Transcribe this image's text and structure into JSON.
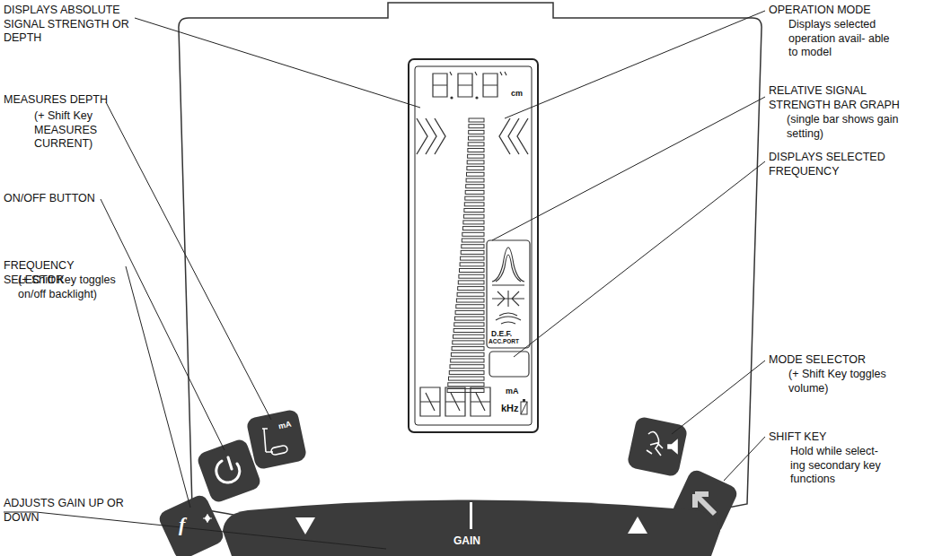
{
  "diagram": {
    "labels": [
      "DISPLAYS ABSOLUTE SIGNAL STRENGTH OR DEPTH",
      "MEASURES DEPTH",
      "(+ Shift Key MEASURES CURRENT)",
      "ON/OFF BUTTON",
      "FREQUENCY SELECTOR",
      "(+ Shift Key toggles on/off backlight)",
      "ADJUSTS GAIN UP OR DOWN",
      "OPERATION MODE",
      "Displays selected operation avail- able to model",
      "RELATIVE SIGNAL STRENGTH BAR GRAPH",
      "(single bar shows gain setting)",
      "DISPLAYS SELECTED FREQUENCY",
      "MODE SELECTOR",
      "(+ Shift Key toggles volume)",
      "SHIFT KEY",
      "Hold while select- ing secondary key functions",
      "cm",
      "mA",
      "kHz",
      "D.E.F.",
      "ACC.PORT",
      "mA",
      "GAIN",
      "f"
    ]
  }
}
